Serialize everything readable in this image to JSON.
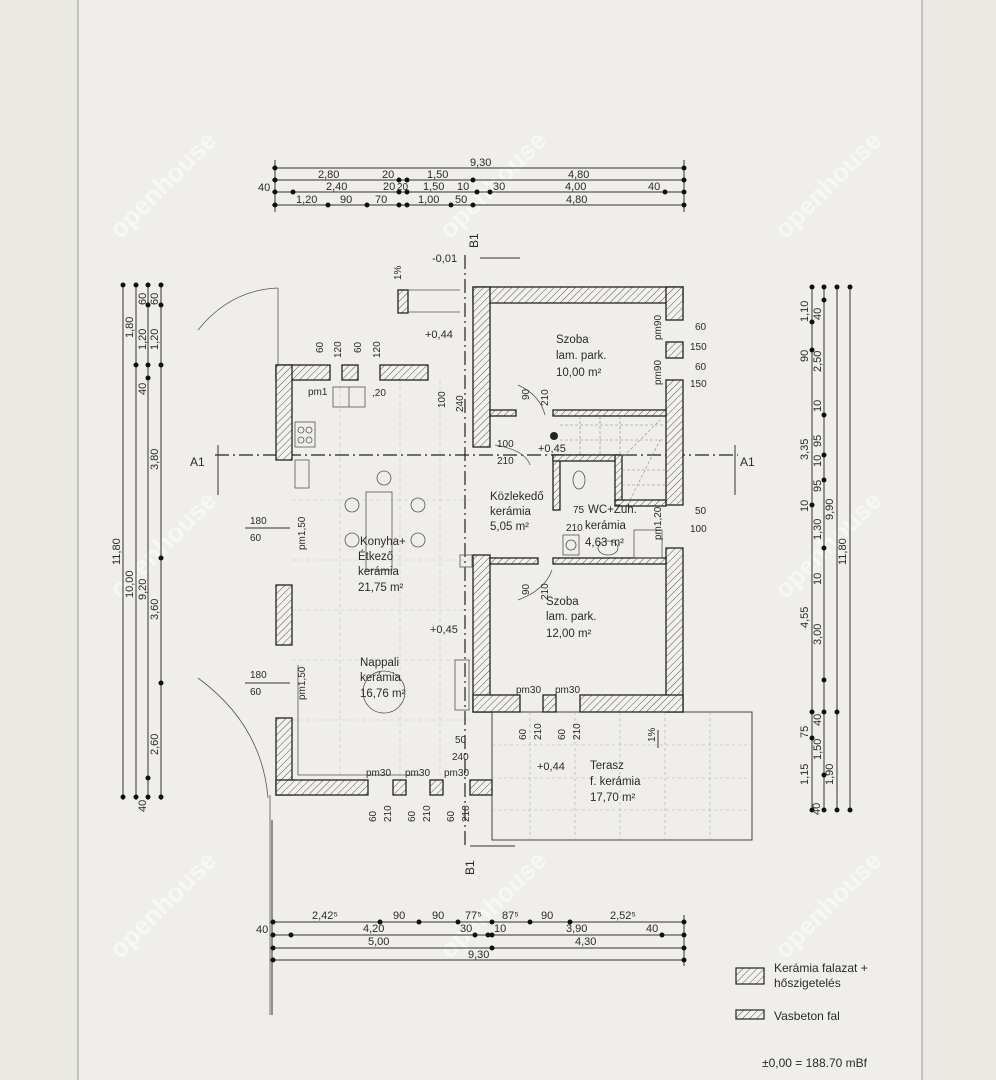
{
  "watermark": "openhouse",
  "sections": {
    "a1_left": "A1",
    "a1_right": "A1",
    "b1_top": "B1",
    "b1_bottom": "B1"
  },
  "dims_top": {
    "row1": [
      "9,30"
    ],
    "row2": [
      "2,80",
      "20",
      "1,50",
      "4,80"
    ],
    "row3": [
      "40",
      "2,40",
      "20",
      "20",
      "1,50",
      "10",
      "30",
      "4,00",
      "40"
    ],
    "row4": [
      "1,20",
      "90",
      "70",
      "1,00",
      "50",
      "4,80"
    ]
  },
  "dims_bottom": {
    "row1": [
      "2,42⁵",
      "90",
      "90",
      "77⁵",
      "87⁵",
      "90",
      "2,52⁵"
    ],
    "row2": [
      "40",
      "4,20",
      "30",
      "10",
      "3,90",
      "40"
    ],
    "row3": [
      "5,00",
      "4,30"
    ],
    "row4": [
      "9,30"
    ]
  },
  "dims_left": {
    "col1": [
      "11,80"
    ],
    "col2": [
      "1,80",
      "10,00",
      "40"
    ],
    "col3": [
      "1,20",
      "40",
      "9,20",
      "2,60"
    ],
    "col4": [
      "60",
      "60",
      "1,20",
      "3,80",
      "3,60"
    ]
  },
  "dims_right": {
    "col1": [
      "1,10",
      "90",
      "3,35",
      "10",
      "4,55",
      "75",
      "1,15",
      "40"
    ],
    "col2": [
      "40",
      "2,50",
      "10",
      "95",
      "10",
      "95",
      "1,30",
      "10",
      "3,00",
      "40",
      "1,50",
      "1,90"
    ],
    "col3": [
      "9,90"
    ],
    "col4": [
      "11,80"
    ]
  },
  "rooms": [
    {
      "name": "Szoba",
      "floor": "lam. park.",
      "area": "10,00 m²"
    },
    {
      "name": "Konyha+",
      "name2": "Étkező",
      "floor": "kerámia",
      "area": "21,75 m²"
    },
    {
      "name": "Közlekedő",
      "floor": "kerámia",
      "area": "5,05 m²"
    },
    {
      "name": "WC+Zuh.",
      "floor": "kerámia",
      "area": "4,63 m²"
    },
    {
      "name": "Szoba",
      "floor": "lam. park.",
      "area": "12,00 m²"
    },
    {
      "name": "Nappali",
      "floor": "kerámia",
      "area": "16,76 m²"
    },
    {
      "name": "Terasz",
      "floor": "f. kerámia",
      "area": "17,70 m²"
    }
  ],
  "levels": [
    "-0,01",
    "+0,44",
    "+0,45",
    "+0,45",
    "+0,44"
  ],
  "openings": {
    "kitchen_top": [
      "60",
      "120",
      "60",
      "120"
    ],
    "pm1": "pm1",
    "sink": ",20",
    "entry": [
      "100",
      "240"
    ],
    "door_szoba1": [
      "90",
      "210"
    ],
    "door_corr": [
      "100",
      "210"
    ],
    "door_wc": [
      "75",
      "210"
    ],
    "pm90": [
      "pm90",
      "pm90"
    ],
    "right_win": [
      "60",
      "150",
      "60",
      "150"
    ],
    "wc_win": [
      "50",
      "100"
    ],
    "pm120": "pm1,20",
    "left_win1": [
      "180",
      "60"
    ],
    "left_win2": [
      "180",
      "60"
    ],
    "pm150": [
      "pm1,50",
      "pm1,50"
    ],
    "door_szoba2": [
      "90",
      "210"
    ],
    "pm30": [
      "pm30",
      "pm30",
      "pm30",
      "pm30",
      "pm30"
    ],
    "bottom_doors": [
      "60",
      "210",
      "60",
      "210",
      "60",
      "210"
    ],
    "szoba2_doors": [
      "60",
      "210",
      "60",
      "210"
    ],
    "terrace_door": [
      "50",
      "240"
    ],
    "slope": [
      "1%",
      "1%"
    ]
  },
  "legend": {
    "item1_line1": "Kerámia falazat +",
    "item1_line2": "hőszigetelés",
    "item2": "Vasbeton fal",
    "datum": "±0,00  =  188.70 mBf"
  }
}
